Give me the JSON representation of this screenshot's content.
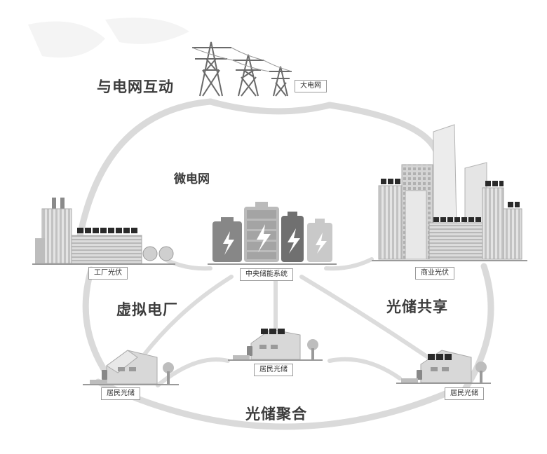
{
  "labels": {
    "grid_interaction": "与电网互动",
    "main_grid": "大电网",
    "microgrid": "微电网",
    "factory_pv": "工厂光伏",
    "central_storage": "中央储能系统",
    "commercial_pv": "商业光伏",
    "virtual_plant": "虚拟电厂",
    "pv_storage_sharing": "光储共享",
    "residential_left": "居民光储",
    "residential_center": "居民光储",
    "residential_right": "居民光储",
    "pv_storage_aggregation": "光储聚合"
  }
}
